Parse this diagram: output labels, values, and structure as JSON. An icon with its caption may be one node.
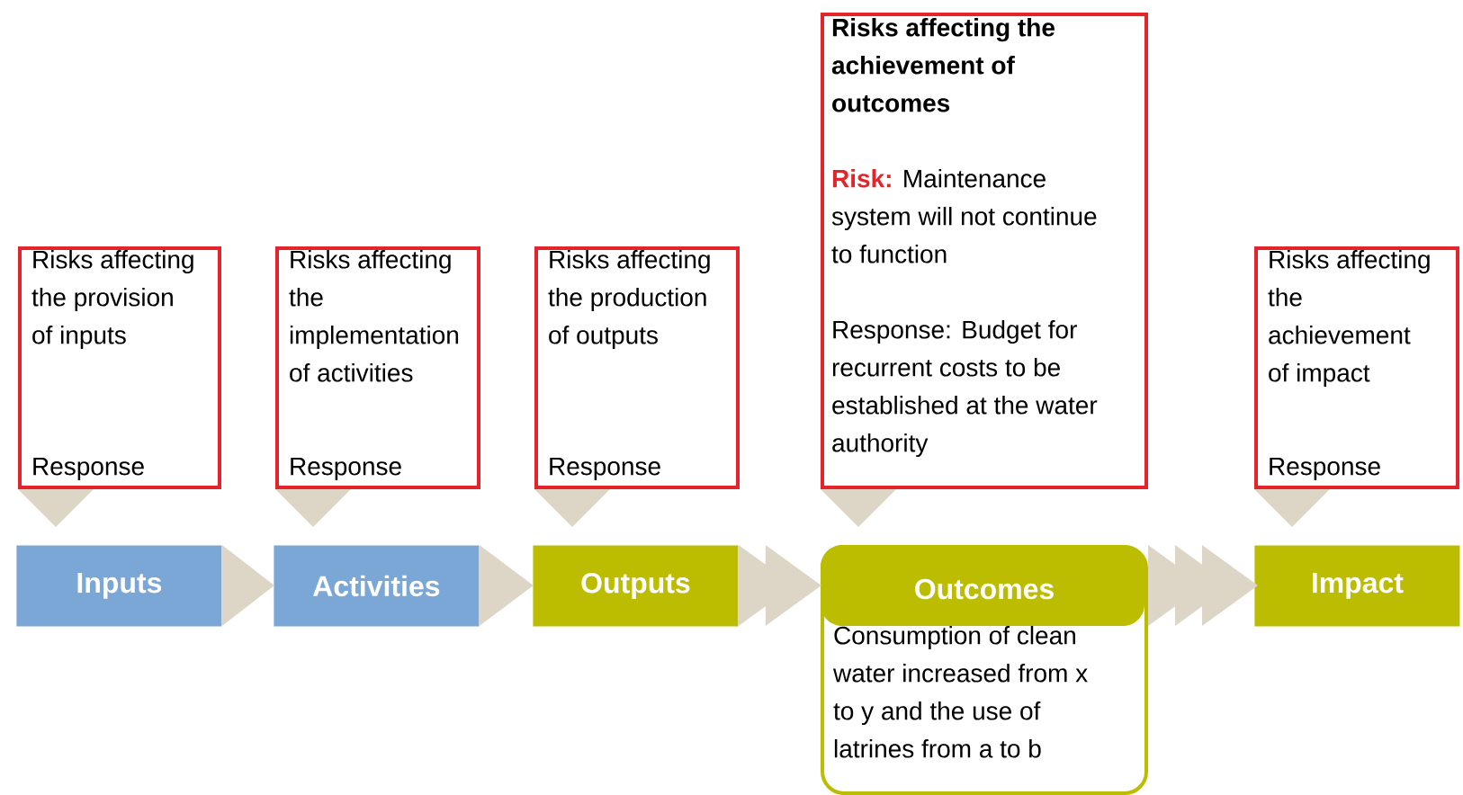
{
  "diagram": {
    "nodes": [
      {
        "text": [
          "Risks affecting the provision of inputs",
          "Response"
        ]
      },
      {
        "text": [
          "Risks affecting the implementation of activities",
          "Response"
        ]
      },
      {
        "text": [
          "Risks affecting the production of outputs",
          "Response"
        ]
      },
      {
        "text": [
          "Risks affecting the achievement of outcomes",
          "Risk:",
          "Maintenance system will not continue to function",
          "Response: Budget for recurrent costs to be established at the water authority"
        ]
      },
      {
        "text": [
          "Risks affecting the achievement of impact",
          "Response"
        ]
      },
      {
        "text": [
          "Inputs"
        ]
      },
      {
        "text": [
          "Activities"
        ]
      },
      {
        "text": [
          "Outputs"
        ]
      },
      {
        "text": [
          "Outcomes",
          "Consumption of clean water increased from x to y and the use of latrines from a to b"
        ]
      },
      {
        "text": [
          "Impact"
        ]
      }
    ],
    "edges": [
      {
        "from": 0,
        "to": 5,
        "arrow": "to"
      },
      {
        "from": 1,
        "to": 6,
        "arrow": "to"
      },
      {
        "from": 2,
        "to": 7,
        "arrow": "to"
      },
      {
        "from": 3,
        "to": 8,
        "arrow": "to"
      },
      {
        "from": 4,
        "to": 9,
        "arrow": "to"
      },
      {
        "from": 5,
        "to": 6,
        "arrow": "to"
      },
      {
        "from": 6,
        "to": 7,
        "arrow": "to"
      },
      {
        "from": 7,
        "to": 8,
        "arrow": "to"
      },
      {
        "from": 8,
        "to": 9,
        "arrow": "to"
      }
    ]
  }
}
